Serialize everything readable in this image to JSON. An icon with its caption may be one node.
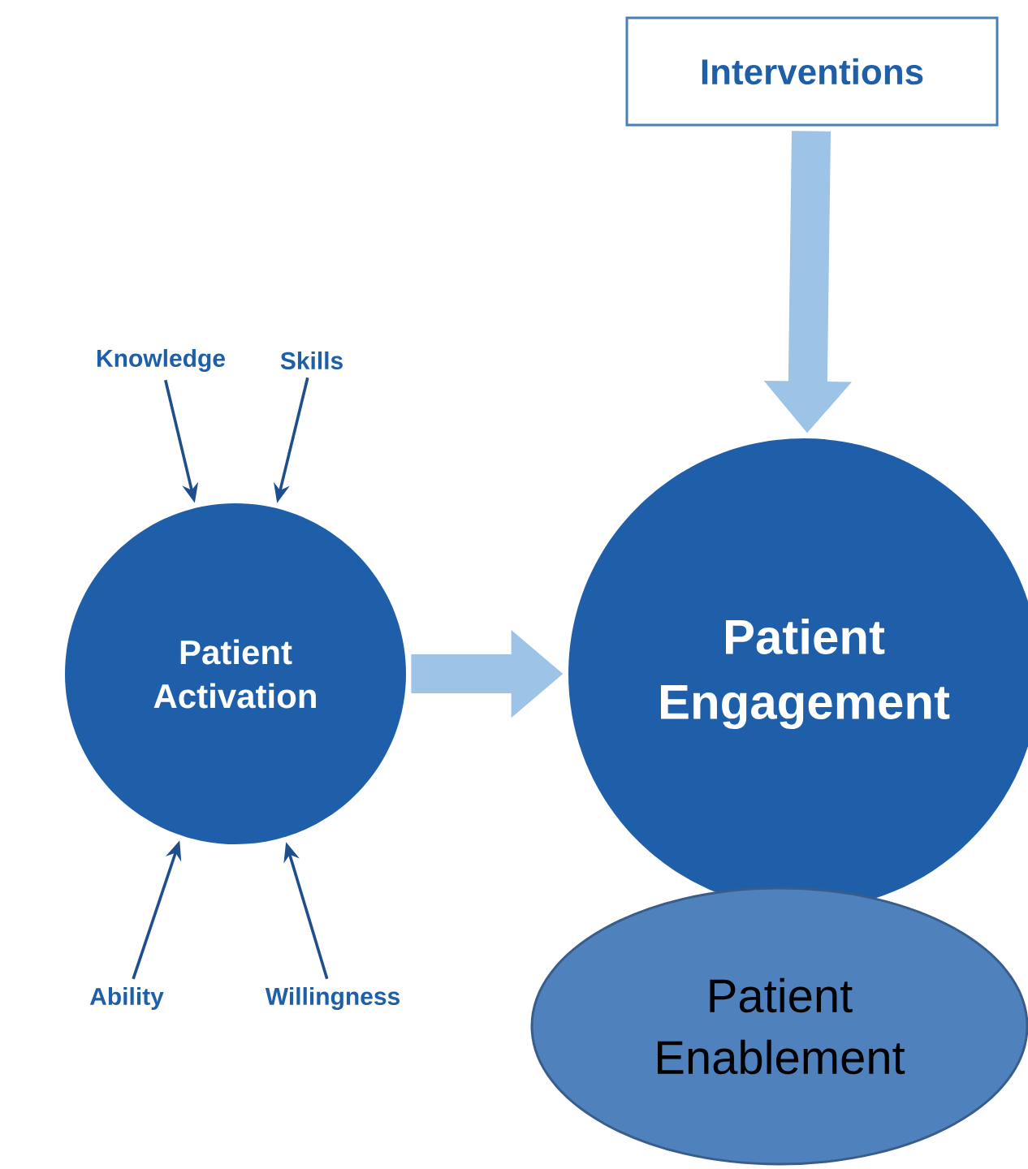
{
  "diagram": {
    "nodes": [
      {
        "text": [
          "Interventions"
        ]
      },
      {
        "text": [
          "Knowledge"
        ]
      },
      {
        "text": [
          "Skills"
        ]
      },
      {
        "text": [
          "Patient Activation"
        ]
      },
      {
        "text": [
          "Patient Engagement"
        ]
      },
      {
        "text": [
          "Ability"
        ]
      },
      {
        "text": [
          "Willingness"
        ]
      },
      {
        "text": [
          "Patient Enablement"
        ]
      }
    ],
    "edges": [
      {
        "from": 1,
        "to": 3,
        "arrow": "to"
      },
      {
        "from": 2,
        "to": 3,
        "arrow": "to"
      },
      {
        "from": 5,
        "to": 3,
        "arrow": "to"
      },
      {
        "from": 6,
        "to": 3,
        "arrow": "to"
      },
      {
        "from": 3,
        "to": 4,
        "arrow": "to",
        "style": "thick",
        "color": "#9dc3e6"
      },
      {
        "from": 0,
        "to": 4,
        "arrow": "to",
        "style": "thick",
        "color": "#9dc3e6"
      }
    ]
  }
}
